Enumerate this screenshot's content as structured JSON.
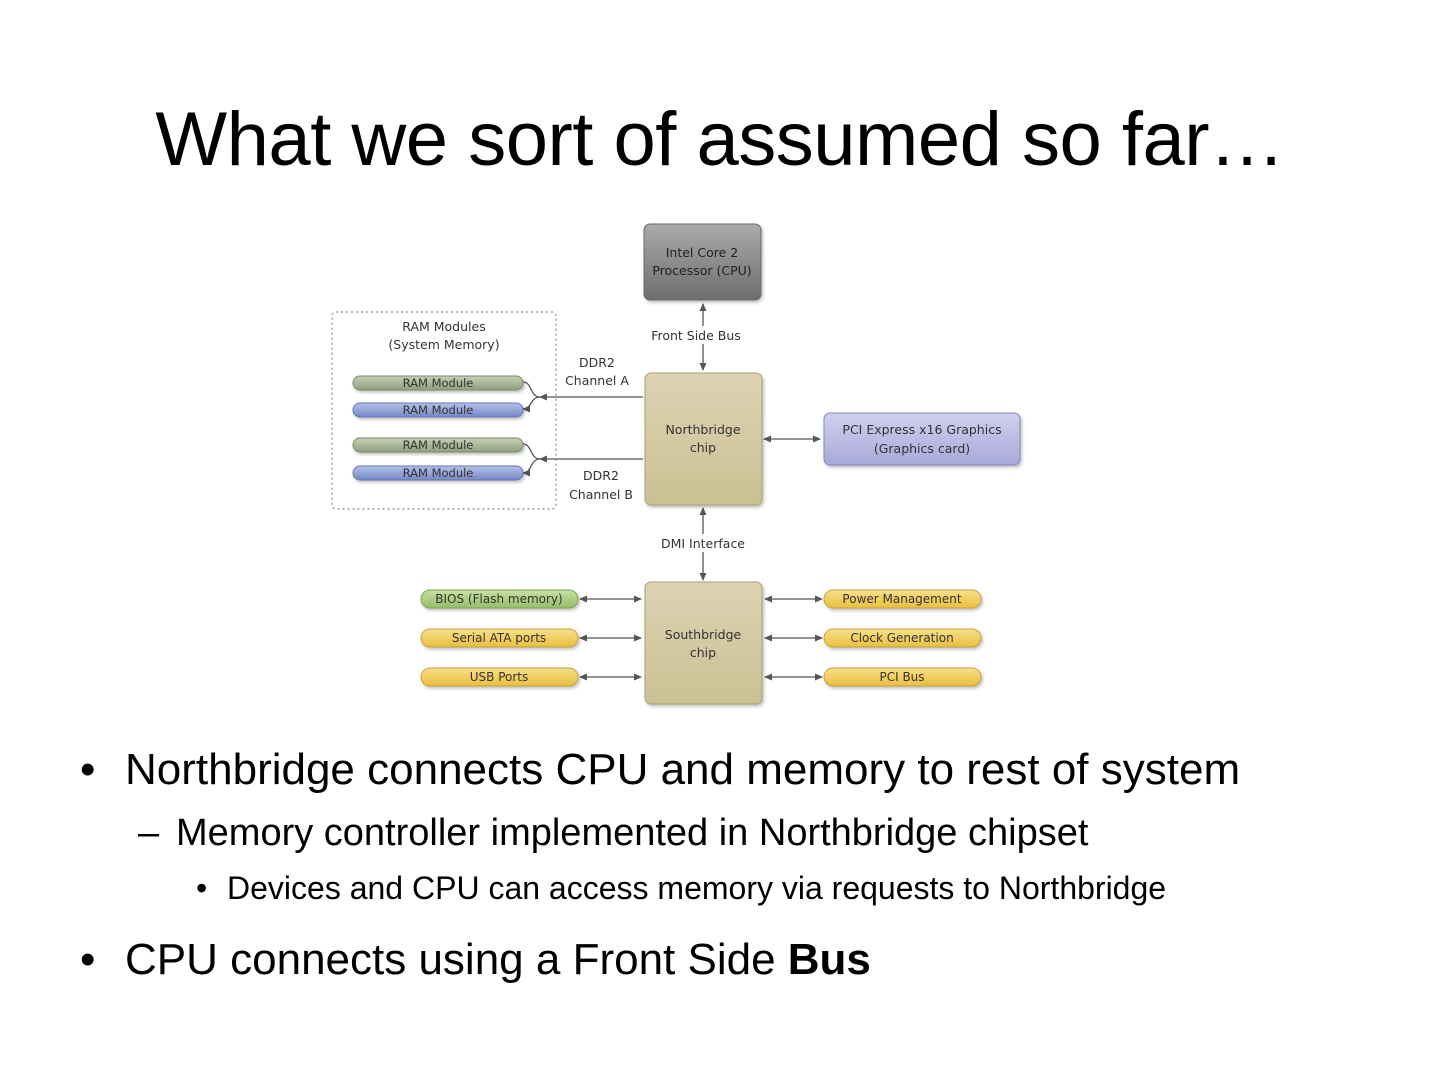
{
  "slide": {
    "title": "What we sort of assumed so far…"
  },
  "diagram": {
    "cpu": {
      "line1": "Intel Core 2",
      "line2": "Processor (CPU)"
    },
    "fsb_label": "Front Side Bus",
    "ram_group": {
      "line1": "RAM Modules",
      "line2": "(System Memory)"
    },
    "ram_modules": [
      "RAM Module",
      "RAM Module",
      "RAM Module",
      "RAM Module"
    ],
    "channel_a": {
      "line1": "DDR2",
      "line2": "Channel A"
    },
    "channel_b": {
      "line1": "DDR2",
      "line2": "Channel B"
    },
    "northbridge": {
      "line1": "Northbridge",
      "line2": "chip"
    },
    "pcie": {
      "line1": "PCI Express x16 Graphics",
      "line2": "(Graphics card)"
    },
    "dmi_label": "DMI Interface",
    "southbridge": {
      "line1": "Southbridge",
      "line2": "chip"
    },
    "left_devices": [
      "BIOS (Flash memory)",
      "Serial ATA ports",
      "USB Ports"
    ],
    "right_devices": [
      "Power Management",
      "Clock Generation",
      "PCI Bus"
    ]
  },
  "bullets": {
    "b1": "Northbridge connects CPU and memory to rest of system",
    "b1_1": "Memory controller implemented in Northbridge chipset",
    "b1_1_1": "Devices and CPU can access memory via requests to Northbridge",
    "b2_prefix": "CPU connects using a Front Side ",
    "b2_bold": "Bus",
    "marker_round": "•",
    "marker_dash": "–"
  },
  "colors": {
    "cpu": "#8a8a8c",
    "chip": "#d6cba4",
    "pcie": "#b8b8e0",
    "ram_green": "#a7b596",
    "ram_blue": "#8c9fd4",
    "bios": "#a8cc80",
    "device_yellow": "#f0cd5a"
  }
}
